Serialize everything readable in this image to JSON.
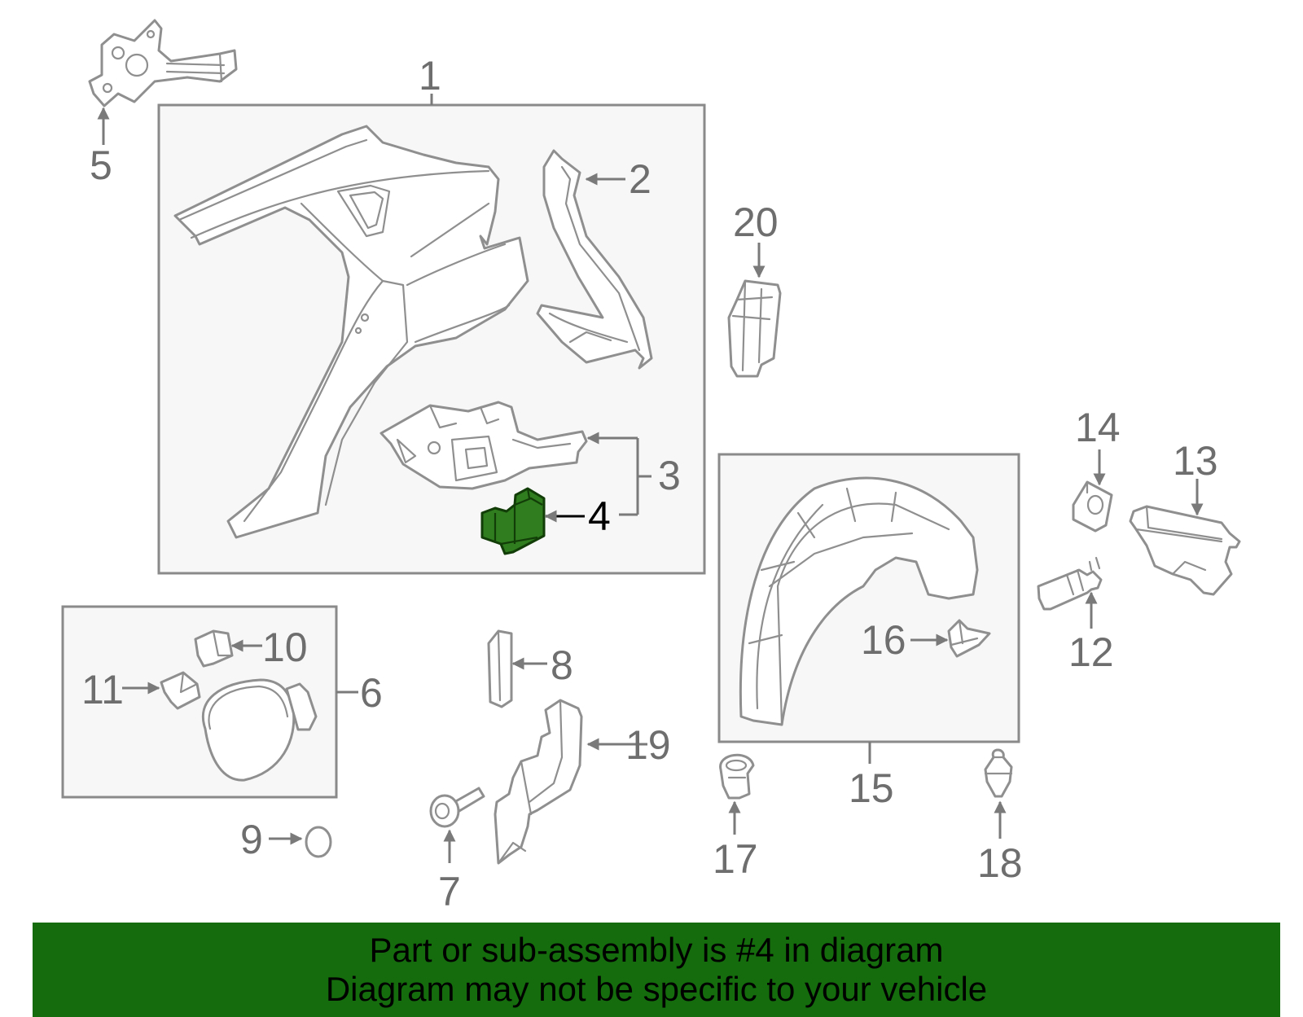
{
  "callouts": [
    {
      "id": "1",
      "text": "1"
    },
    {
      "id": "2",
      "text": "2"
    },
    {
      "id": "3",
      "text": "3"
    },
    {
      "id": "4",
      "text": "4"
    },
    {
      "id": "5",
      "text": "5"
    },
    {
      "id": "6",
      "text": "6"
    },
    {
      "id": "7",
      "text": "7"
    },
    {
      "id": "8",
      "text": "8"
    },
    {
      "id": "9",
      "text": "9"
    },
    {
      "id": "10",
      "text": "10"
    },
    {
      "id": "11",
      "text": "11"
    },
    {
      "id": "12",
      "text": "12"
    },
    {
      "id": "13",
      "text": "13"
    },
    {
      "id": "14",
      "text": "14"
    },
    {
      "id": "15",
      "text": "15"
    },
    {
      "id": "16",
      "text": "16"
    },
    {
      "id": "17",
      "text": "17"
    },
    {
      "id": "18",
      "text": "18"
    },
    {
      "id": "19",
      "text": "19"
    },
    {
      "id": "20",
      "text": "20"
    }
  ],
  "highlight": {
    "part": "4",
    "color": "#2f7d1e"
  },
  "banner": {
    "line1": "Part or sub-assembly is #4 in diagram",
    "line2": "Diagram may not be specific to your vehicle",
    "background": "#146c0d"
  }
}
